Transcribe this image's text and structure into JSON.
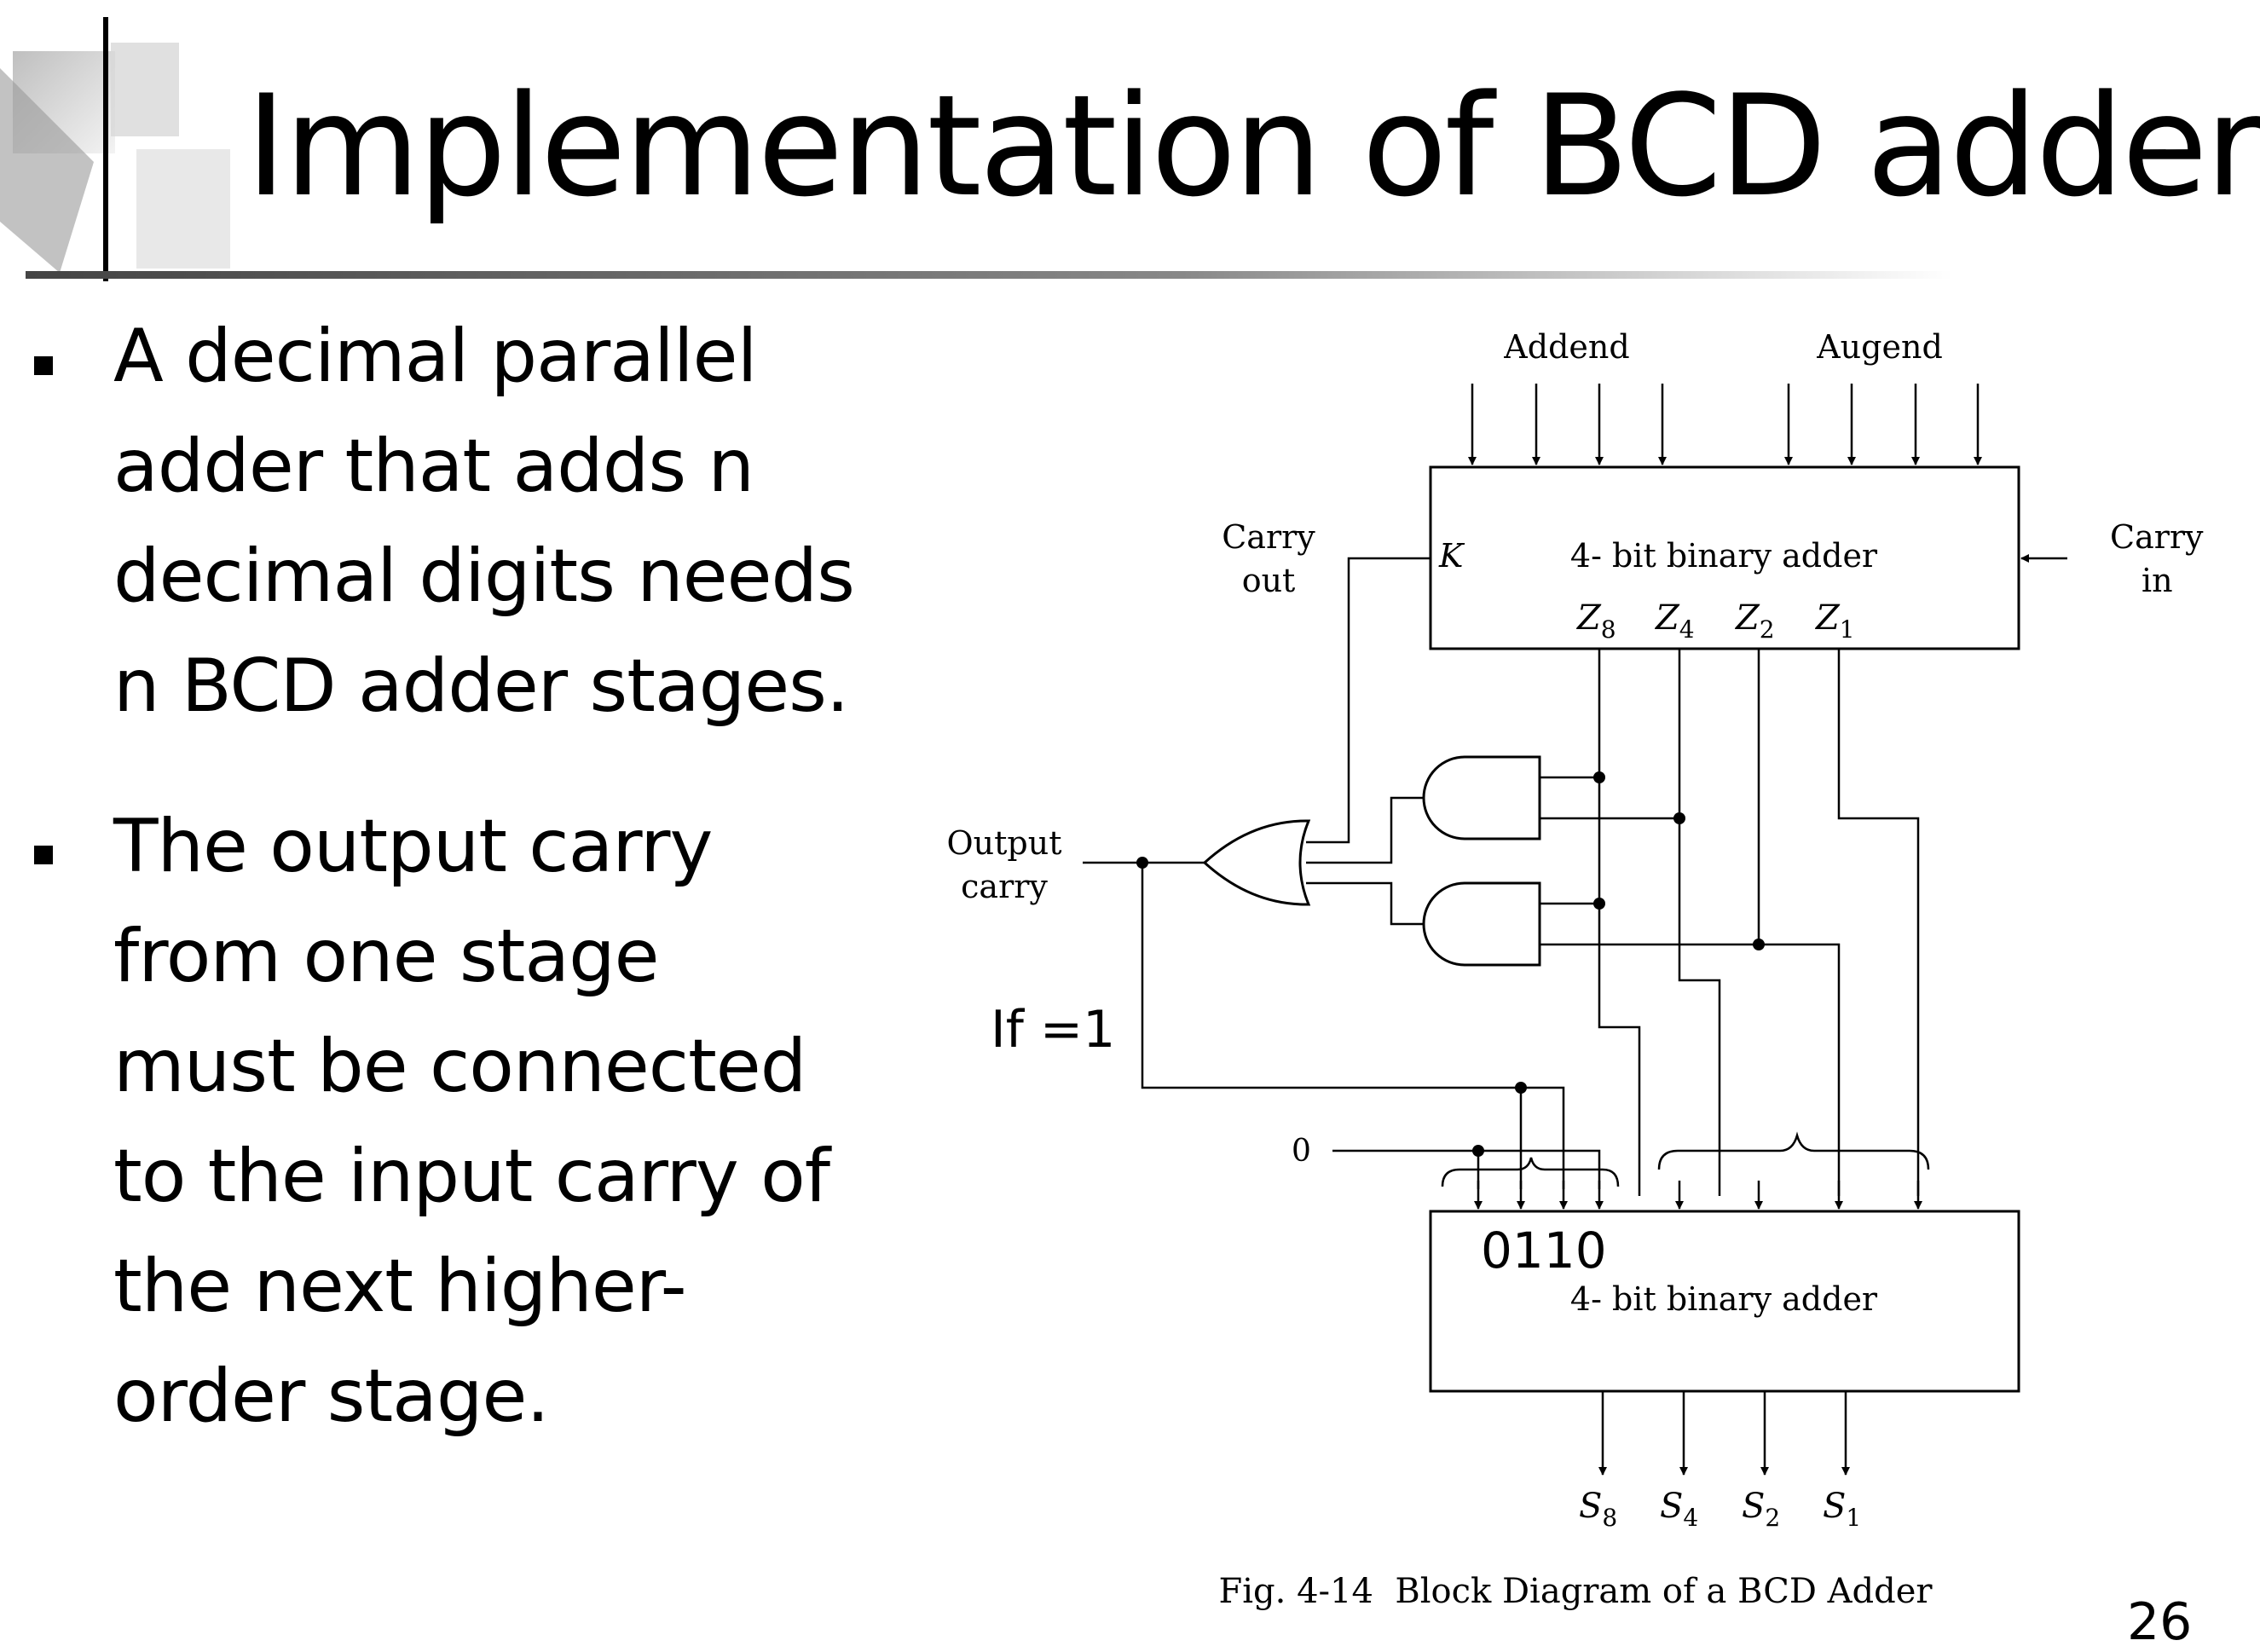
{
  "slide": {
    "title": "Implementation of BCD adder",
    "bullets": [
      {
        "lines": [
          "A decimal parallel",
          "adder that adds n",
          "decimal digits needs",
          "n BCD adder stages."
        ]
      },
      {
        "lines": [
          "The output carry",
          "from one stage",
          "must be connected",
          "to the input carry of",
          "the next higher-",
          "order stage."
        ]
      }
    ],
    "page_number": "26"
  },
  "diagram": {
    "addend_label": "Addend",
    "augend_label": "Augend",
    "carry_out_label": [
      "Carry",
      "out"
    ],
    "carry_in_label": [
      "Carry",
      "in"
    ],
    "output_carry_label": [
      "Output",
      "carry"
    ],
    "k_label": "K",
    "top_adder_label": "4- bit binary adder",
    "z_labels": [
      {
        "base": "Z",
        "sub": "8"
      },
      {
        "base": "Z",
        "sub": "4"
      },
      {
        "base": "Z",
        "sub": "2"
      },
      {
        "base": "Z",
        "sub": "1"
      }
    ],
    "annotation_if": "If =1",
    "zero_label": "0",
    "bottom_adder_value": "0110",
    "bottom_adder_label": "4- bit binary adder",
    "s_labels": [
      {
        "base": "S",
        "sub": "8"
      },
      {
        "base": "S",
        "sub": "4"
      },
      {
        "base": "S",
        "sub": "2"
      },
      {
        "base": "S",
        "sub": "1"
      }
    ],
    "caption": "Fig. 4-14  Block Diagram of a BCD Adder"
  }
}
